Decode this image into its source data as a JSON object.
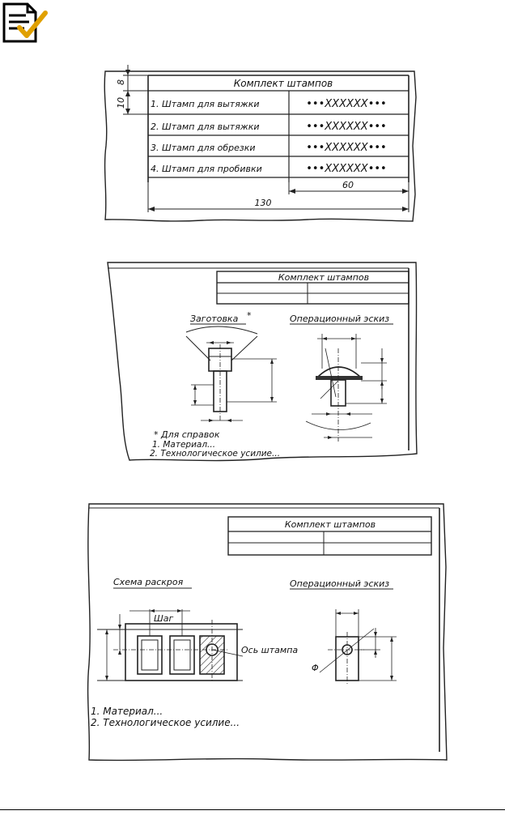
{
  "fig1": {
    "title": "Комплект штампов",
    "rows": [
      {
        "name": "1. Штамп для вытяжки",
        "code": "•••XXXXXX•••"
      },
      {
        "name": "2. Штамп для вытяжки",
        "code": "•••XXXXXX•••"
      },
      {
        "name": "3. Штамп для обрезки",
        "code": "•••XXXXXX•••"
      },
      {
        "name": "4. Штамп для пробивки",
        "code": "•••XXXXXX•••"
      }
    ],
    "dim_8": "8",
    "dim_10": "10",
    "dim_60": "60",
    "dim_130": "130"
  },
  "fig2": {
    "title": "Комплект штампов",
    "blank_label": "Заготовка",
    "blank_mark": "*",
    "sketch_label": "Операционный эскиз",
    "notes": [
      "* Для справок",
      "1. Материал...",
      "2. Технологическое усилие..."
    ]
  },
  "fig3": {
    "title": "Комплект штампов",
    "layout_label": "Схема раскроя",
    "sketch_label": "Операционный эскиз",
    "step_label": "Шаг",
    "axis_label": "Ось штампа",
    "phi_label": "Φ",
    "notes": [
      "1. Материал...",
      "2. Технологическое усилие..."
    ]
  }
}
